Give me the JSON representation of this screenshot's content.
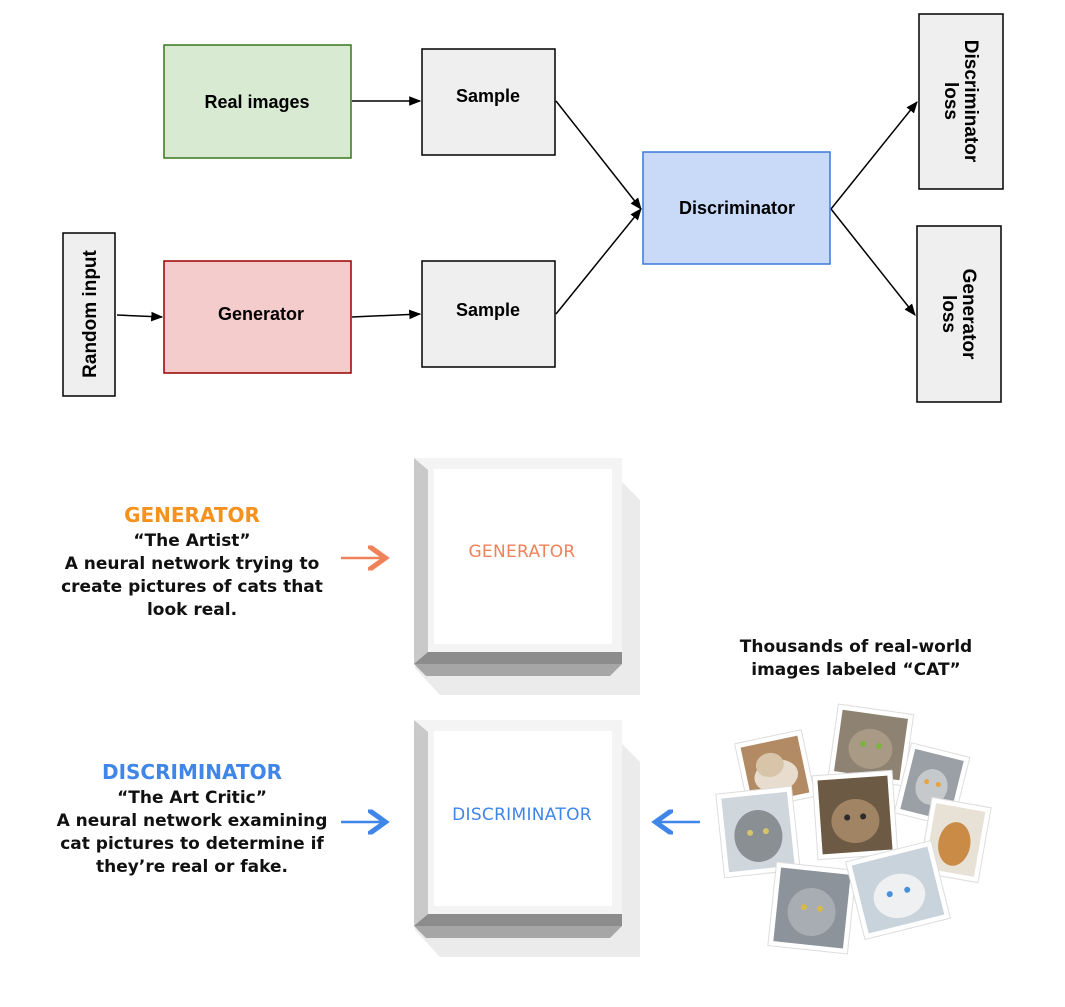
{
  "top_diagram": {
    "real_images": "Real images",
    "sample_top": "Sample",
    "sample_bottom": "Sample",
    "generator": "Generator",
    "random_input": "Random input",
    "discriminator": "Discriminator",
    "discriminator_loss": [
      "Discriminator",
      "loss"
    ],
    "generator_loss": [
      "Generator",
      "loss"
    ]
  },
  "bottom_diagram": {
    "generator_side": {
      "title": "GENERATOR",
      "subtitle": "“The Artist”",
      "lines": [
        "A neural network trying to",
        "create pictures of cats that",
        "look real."
      ]
    },
    "discriminator_side": {
      "title": "DISCRIMINATOR",
      "subtitle": "“The Art Critic”",
      "lines": [
        "A neural network examining",
        "cat pictures to determine if",
        "they’re real or fake."
      ]
    },
    "generator_box_label": "GENERATOR",
    "discriminator_box_label": "DISCRIMINATOR",
    "cats_caption": [
      "Thousands of real-world",
      "images labeled “CAT”"
    ]
  },
  "colors": {
    "real_fill": "#d9ead3",
    "real_stroke": "#38761d",
    "gen_fill": "#f4cccc",
    "gen_stroke": "#990000",
    "disc_fill": "#c9daf8",
    "disc_stroke": "#3c78d8",
    "gray_fill": "#efefef",
    "orange": "#f5911e",
    "orange_soft": "#f0825a",
    "blue": "#3f86e8"
  },
  "icons": [
    "cat-photo-collage"
  ]
}
